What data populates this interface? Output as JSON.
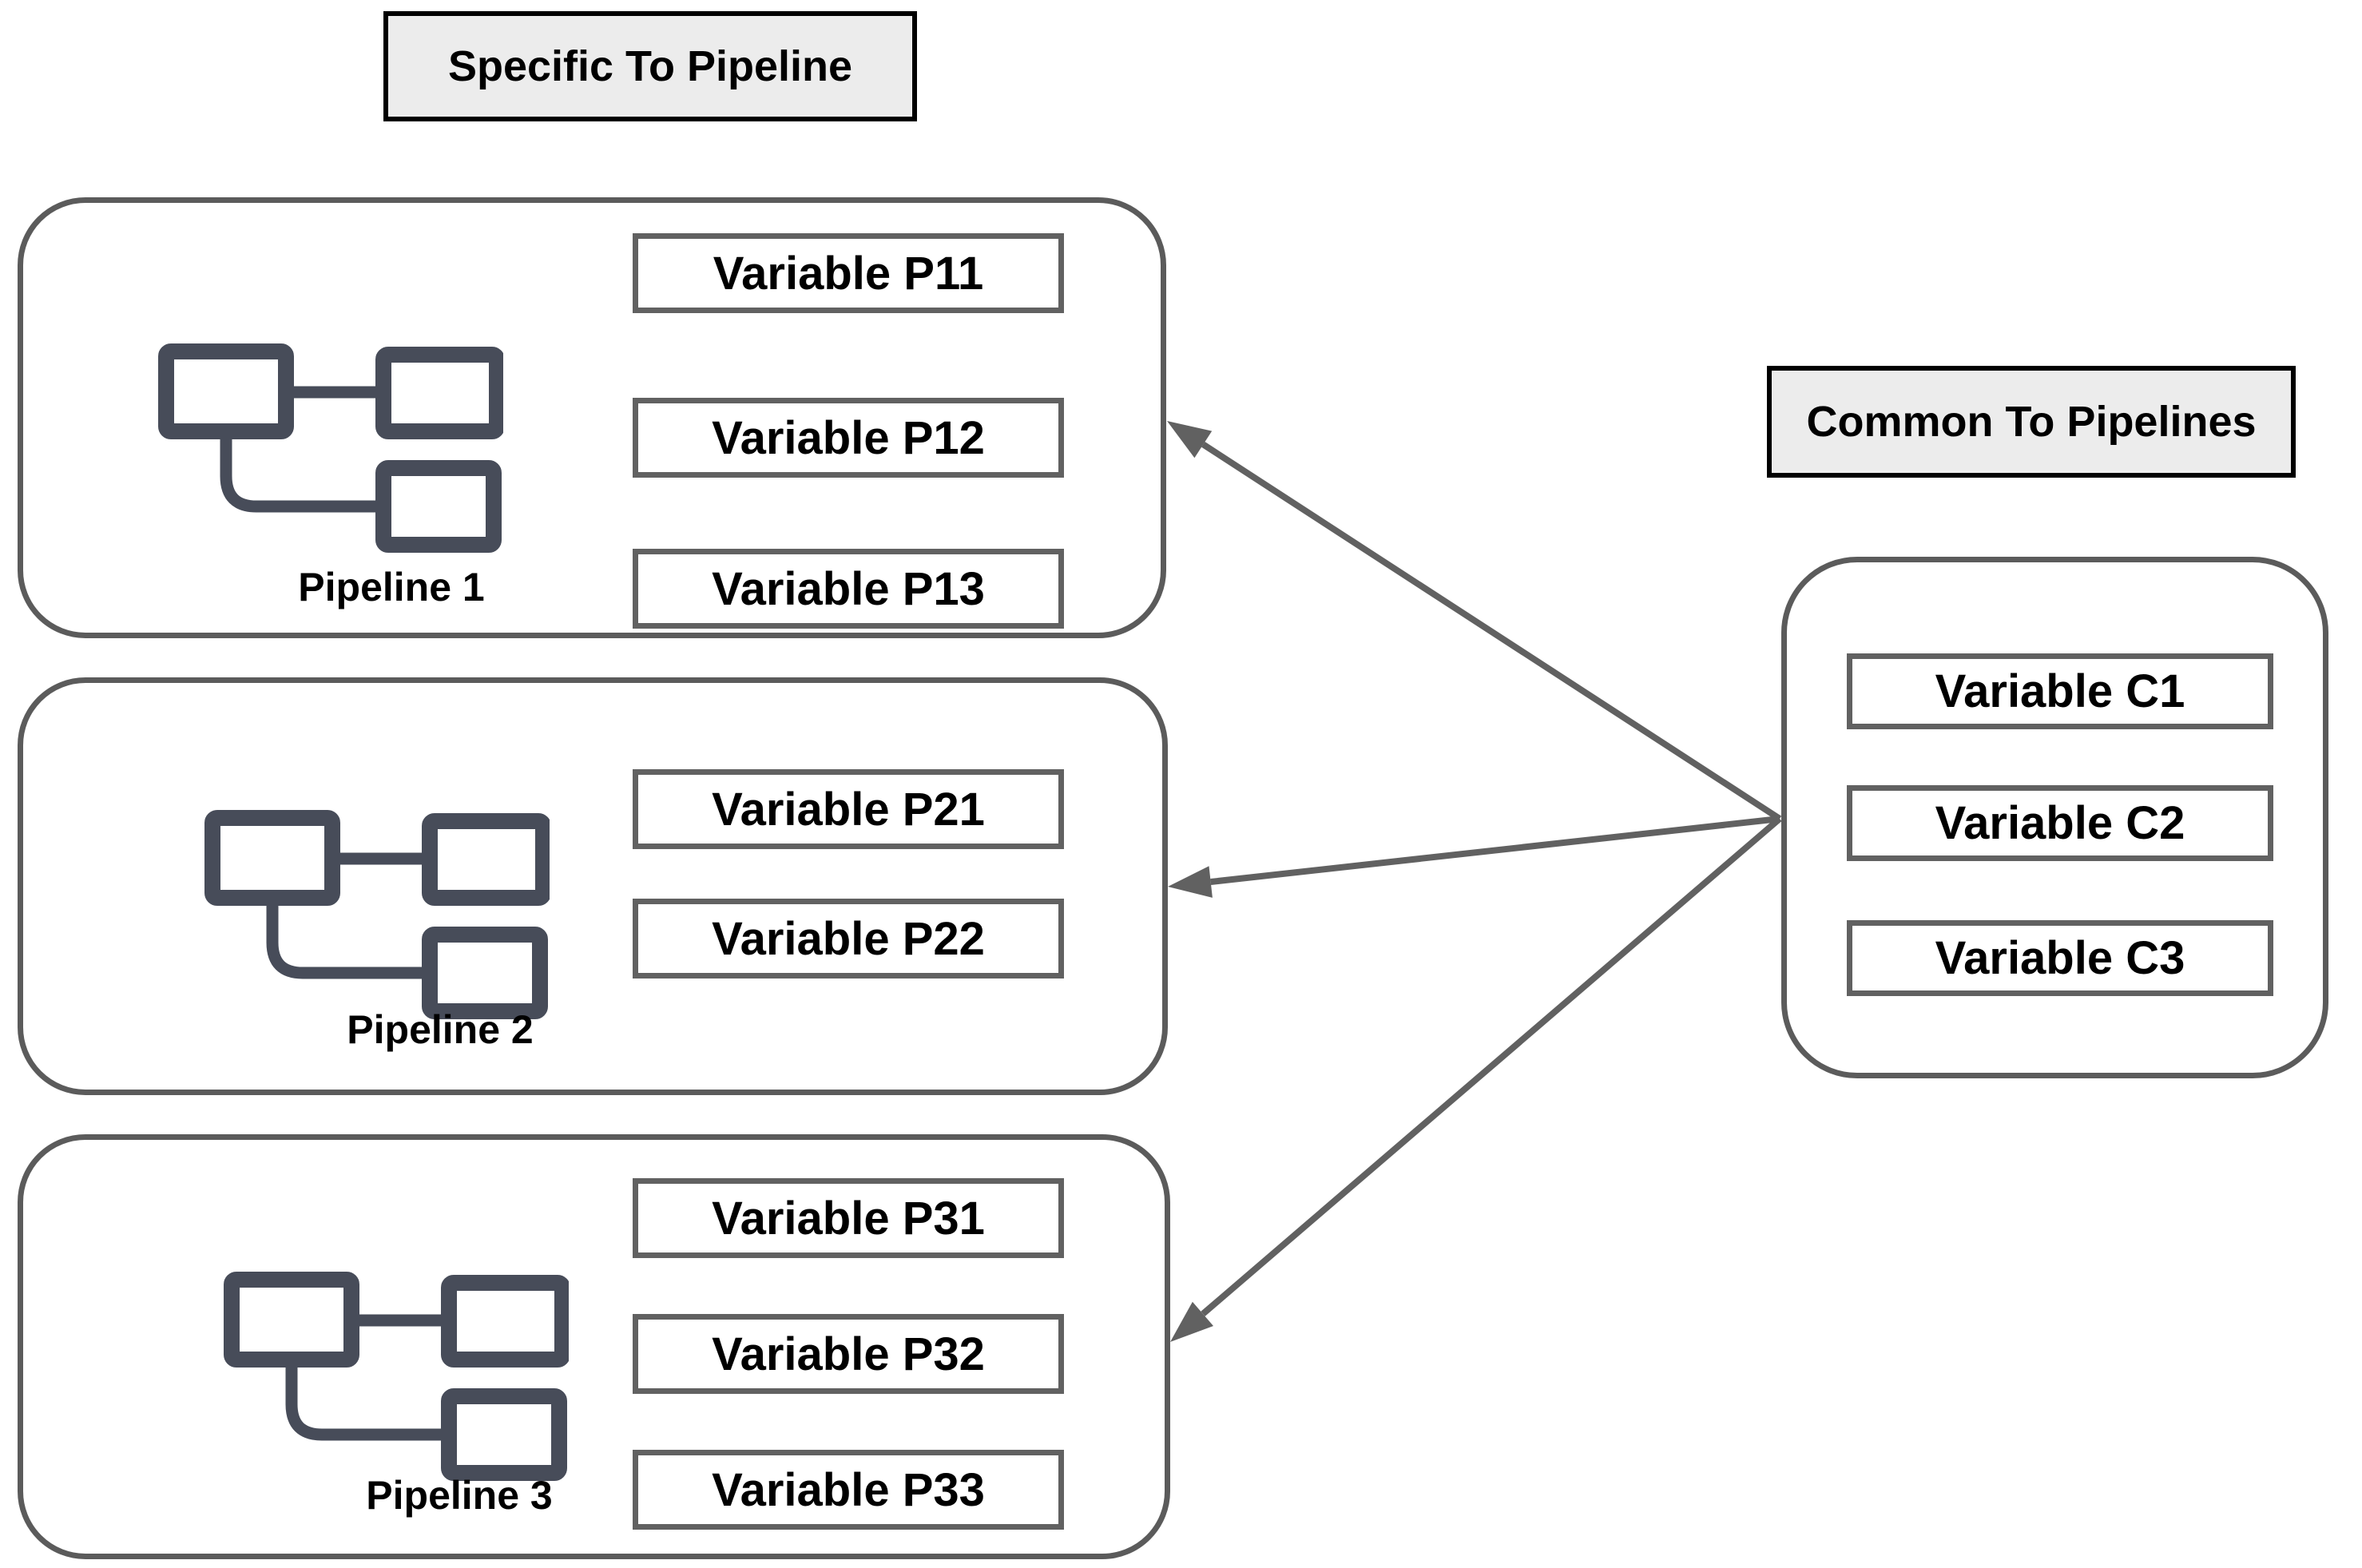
{
  "diagram": {
    "headers": {
      "specific": "Specific To Pipeline",
      "common": "Common To Pipelines"
    },
    "pipelines": [
      {
        "label": "Pipeline 1",
        "variables": [
          "Variable P11",
          "Variable P12",
          "Variable P13"
        ]
      },
      {
        "label": "Pipeline 2",
        "variables": [
          "Variable P21",
          "Variable P22"
        ]
      },
      {
        "label": "Pipeline 3",
        "variables": [
          "Variable P31",
          "Variable P32",
          "Variable P33"
        ]
      }
    ],
    "common_group": {
      "variables": [
        "Variable C1",
        "Variable C2",
        "Variable C3"
      ]
    },
    "arrows": [
      {
        "from": "common-group",
        "to": "pipeline-1"
      },
      {
        "from": "common-group",
        "to": "pipeline-2"
      },
      {
        "from": "common-group",
        "to": "pipeline-3"
      }
    ],
    "colors": {
      "container_border": "#5b5b5b",
      "box_border": "#616161",
      "header_fill": "#ececec",
      "header_border": "#000000",
      "icon": "#474c59",
      "arrow": "#616161",
      "text": "#000000",
      "background": "#ffffff"
    }
  }
}
